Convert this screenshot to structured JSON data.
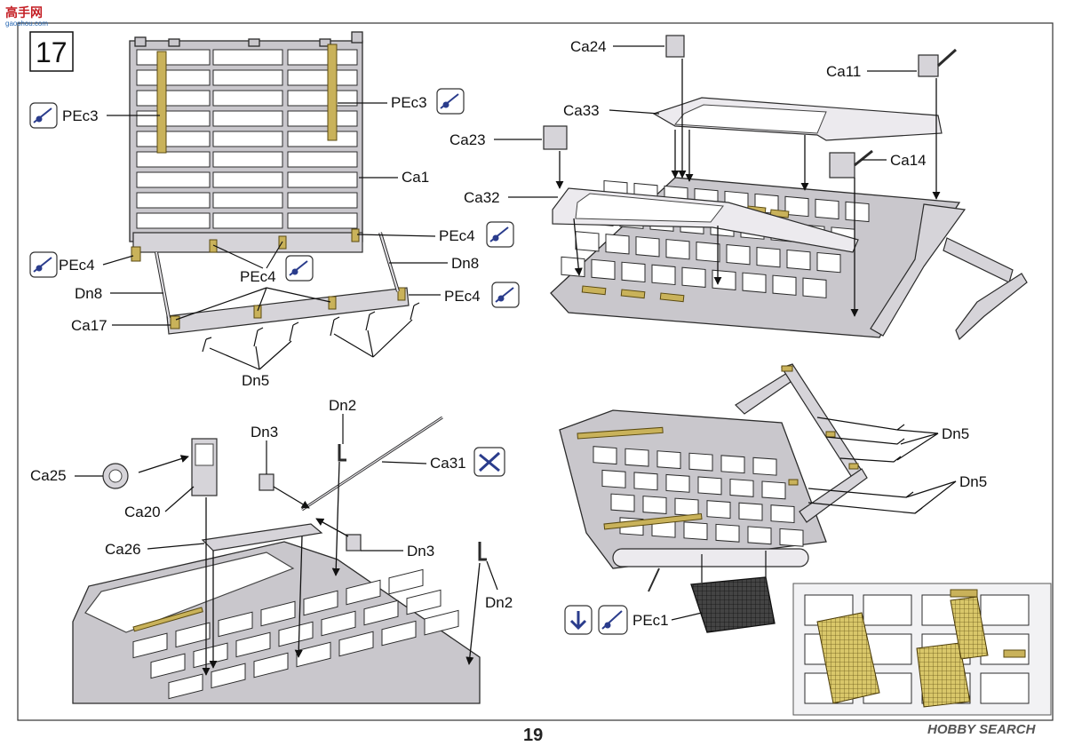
{
  "page": {
    "step_number": "17",
    "page_number": "19"
  },
  "watermarks": {
    "top_left_logo": "高手网",
    "top_left_url": "gaoshou.com",
    "bottom_right": "HOBBY SEARCH"
  },
  "icons": {
    "photo_etch": "photo-etch-bend-icon",
    "cut_remove": "cut-remove-icon",
    "arrow_down": "arrow-down-icon"
  },
  "callouts": {
    "panel_a": {
      "pec3_left": "PEc3",
      "pec3_right": "PEc3",
      "ca1": "Ca1",
      "pec4_right": "PEc4",
      "pec4_left": "PEc4",
      "dn8_right": "Dn8",
      "pec4_center": "PEc4",
      "dn8_left": "Dn8",
      "pec4_lower": "PEc4",
      "ca17": "Ca17",
      "dn5": "Dn5"
    },
    "panel_b": {
      "ca24": "Ca24",
      "ca11": "Ca11",
      "ca33": "Ca33",
      "ca23": "Ca23",
      "ca14": "Ca14",
      "ca32": "Ca32"
    },
    "panel_c": {
      "dn2_top": "Dn2",
      "dn3_top": "Dn3",
      "ca31": "Ca31",
      "ca25": "Ca25",
      "ca20": "Ca20",
      "ca26": "Ca26",
      "dn3_right": "Dn3",
      "dn2_right": "Dn2"
    },
    "panel_d": {
      "dn5_upper": "Dn5",
      "dn5_lower": "Dn5",
      "pec1": "PEc1"
    }
  }
}
